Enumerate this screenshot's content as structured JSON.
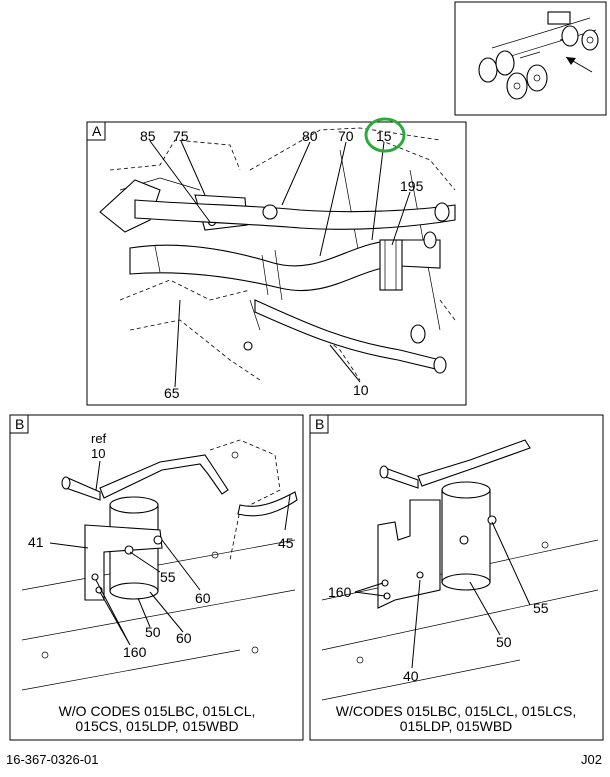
{
  "panel_a": {
    "tag": "A",
    "callouts": [
      "85",
      "75",
      "80",
      "70",
      "15",
      "195",
      "65",
      "10"
    ],
    "highlight_color": "#2eaa3c"
  },
  "panel_b_left": {
    "tag": "B",
    "callouts": [
      "ref",
      "10",
      "41",
      "55",
      "60",
      "45",
      "50",
      "60",
      "160"
    ],
    "caption_line1": "W/O CODES 015LBC, 015LCL,",
    "caption_line2": "015CS, 015LDP, 015WBD"
  },
  "panel_b_right": {
    "tag": "B",
    "callouts": [
      "160",
      "55",
      "50",
      "40"
    ],
    "caption_line1": "W/CODES 015LBC, 015LCL, 015LCS,",
    "caption_line2": "015LDP, 015WBD"
  },
  "footer": {
    "part_number": "16-367-0326-01",
    "page_code": "J02"
  }
}
